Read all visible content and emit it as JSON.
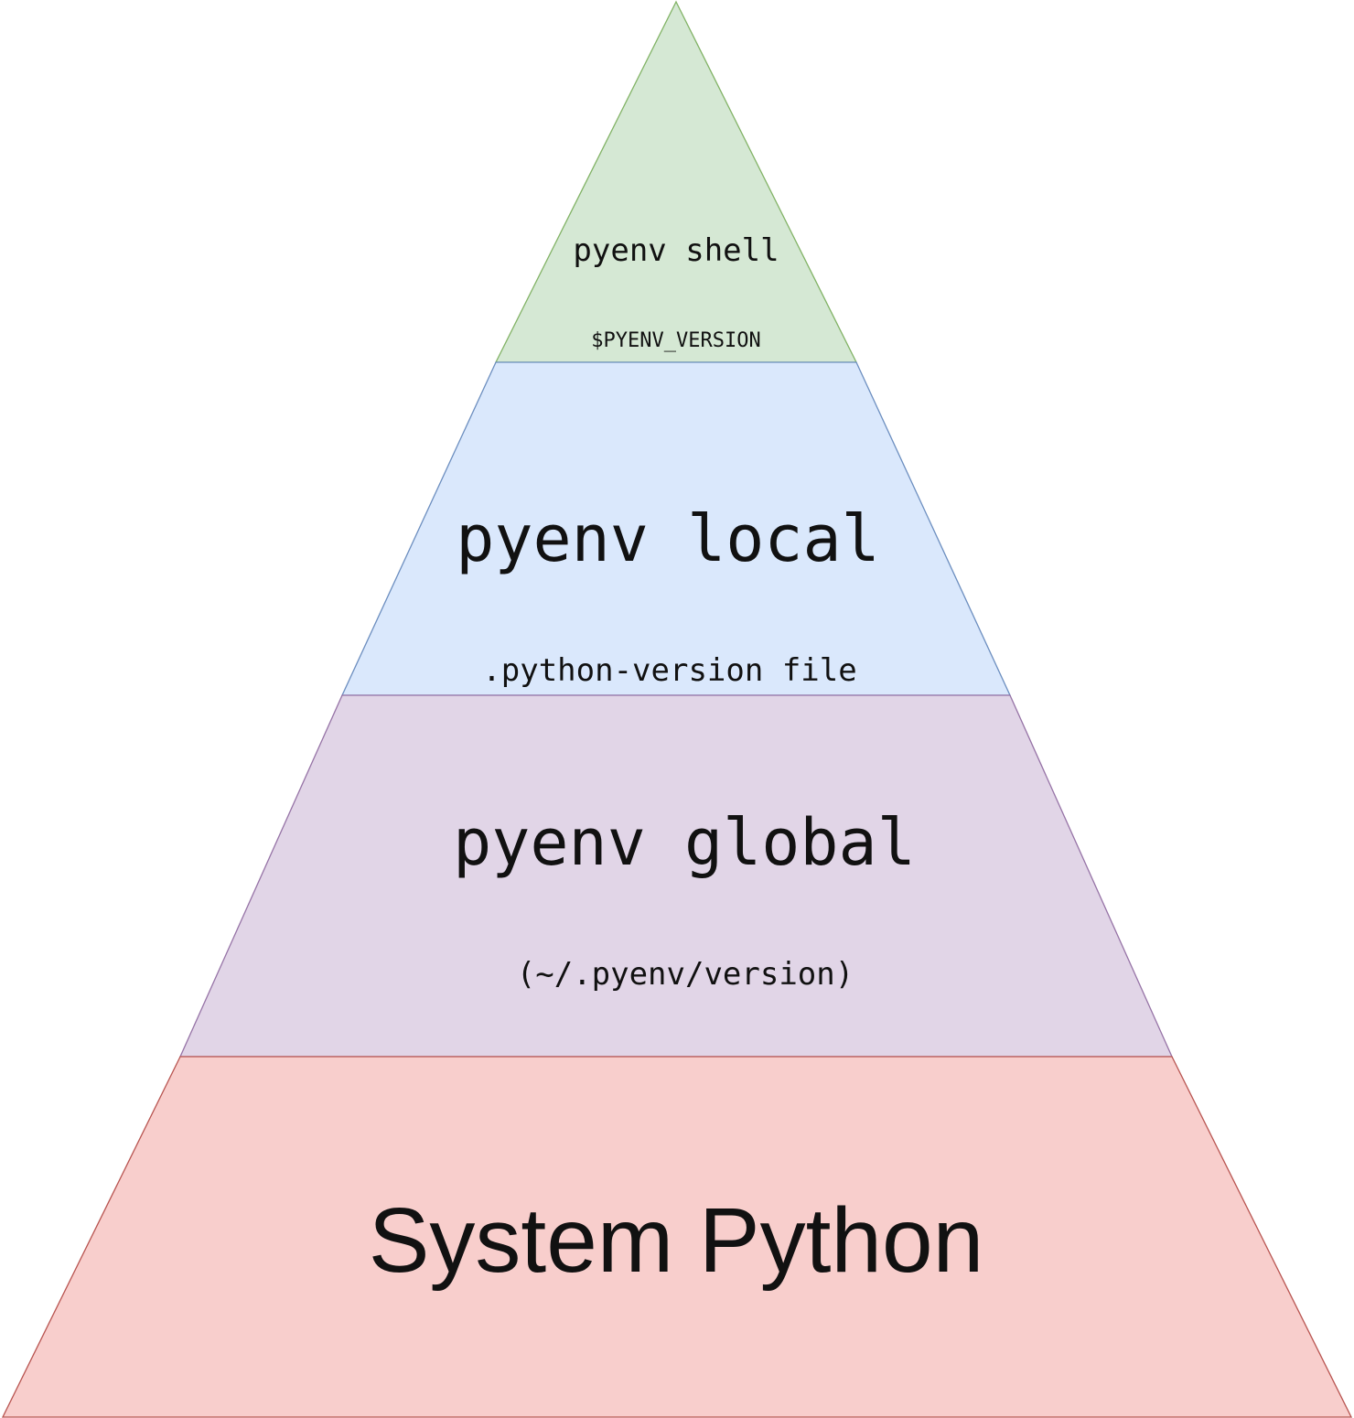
{
  "diagram": {
    "levels": [
      {
        "id": "shell",
        "title": "pyenv shell",
        "subtitle": "$PYENV_VERSION",
        "fill": "#d5e8d4",
        "stroke": "#82b366"
      },
      {
        "id": "local",
        "title": "pyenv local",
        "subtitle": ".python-version file",
        "fill": "#dae8fc",
        "stroke": "#6c8ebf"
      },
      {
        "id": "global",
        "title": "pyenv global",
        "subtitle": "(~/.pyenv/version)",
        "fill": "#e1d5e7",
        "stroke": "#9673a6"
      },
      {
        "id": "system",
        "title": "System Python",
        "subtitle": "",
        "fill": "#f8cecc",
        "stroke": "#b85450"
      }
    ]
  }
}
